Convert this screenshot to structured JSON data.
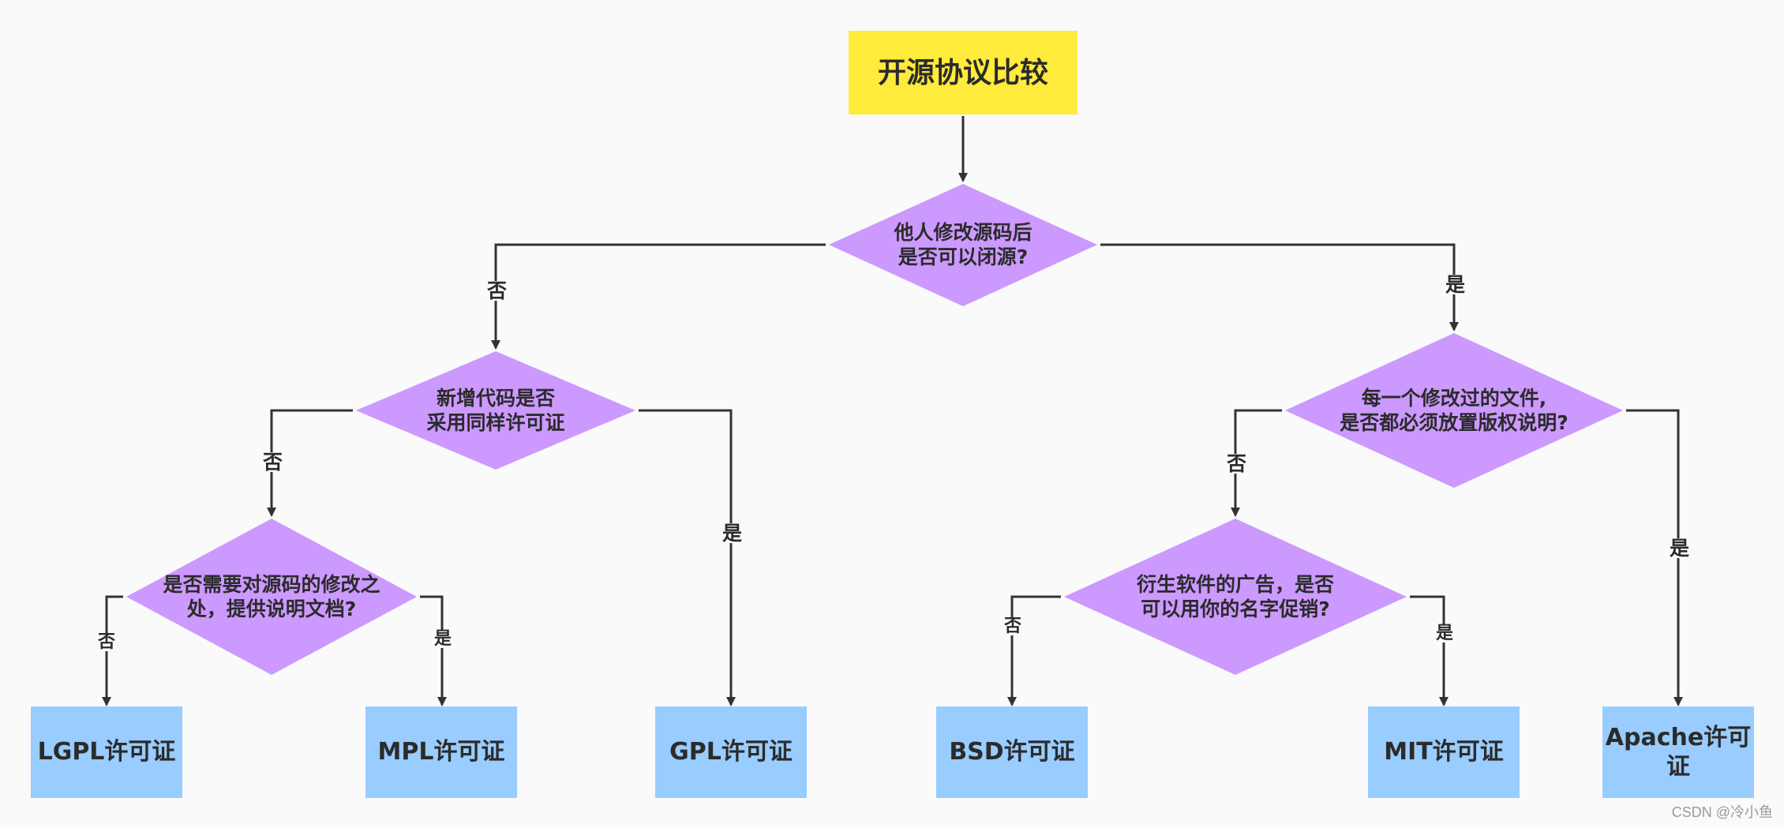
{
  "title": "开源协议比较",
  "decisions": {
    "q_close_source": "他人修改源码后\n是否可以闭源?",
    "q_same_license": "新增代码是否\n采用同样许可证",
    "q_copyright_notice": "每一个修改过的文件,\n是否都必须放置版权说明?",
    "q_document_changes": "是否需要对源码的修改之\n处，提供说明文档?",
    "q_promote_name": "衍生软件的广告，是否\n可以用你的名字促销?"
  },
  "licenses": {
    "lgpl": "LGPL许可证",
    "mpl": "MPL许可证",
    "gpl": "GPL许可证",
    "bsd": "BSD许可证",
    "mit": "MIT许可证",
    "apache": "Apache许可\n证"
  },
  "edge_labels": {
    "yes": "是",
    "no": "否"
  },
  "colors": {
    "title_fill": "#ffeb3b",
    "decision_fill": "#cc99ff",
    "leaf_fill": "#99ccff",
    "line": "#333333",
    "background": "#fafafa"
  },
  "watermark": "CSDN @冷小鱼"
}
